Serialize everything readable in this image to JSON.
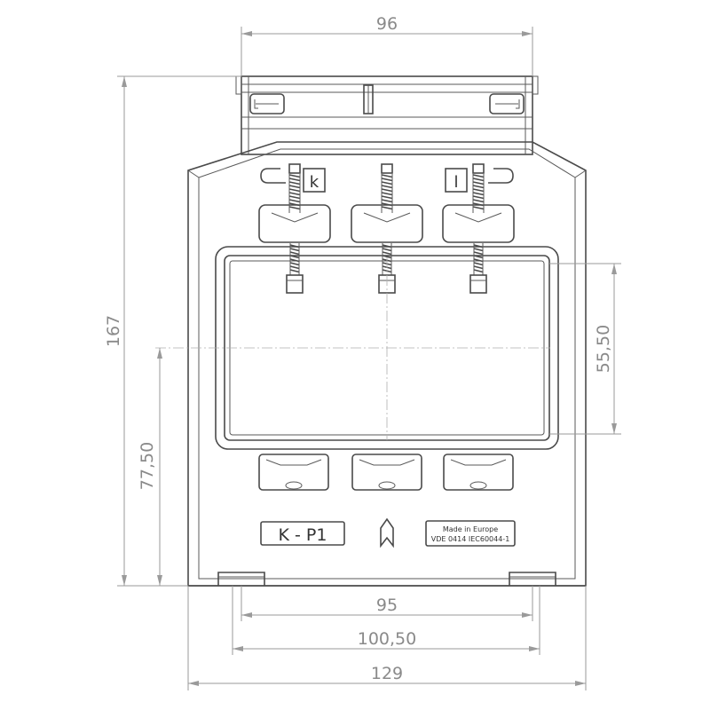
{
  "dimensions": {
    "top_width": "96",
    "overall_height": "167",
    "window_height": "55,50",
    "center_height": "77,50",
    "inner_width": "95",
    "mid_width": "100,50",
    "overall_width": "129"
  },
  "labels": {
    "terminal_k": "k",
    "terminal_l": "l",
    "marking": "K - P1",
    "origin_line1": "Made in Europe",
    "origin_line2": "VDE 0414 IEC60044-1"
  }
}
